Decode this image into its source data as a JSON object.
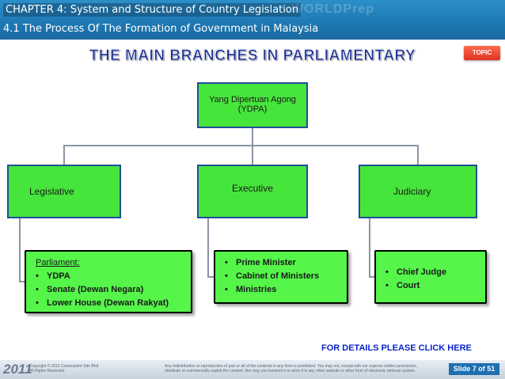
{
  "header": {
    "chapter": "CHAPTER 4: System and Structure of Country Legislation",
    "section": "4.1 The Process Of The Formation of Government in Malaysia",
    "watermark": "WORLDPrep"
  },
  "title": "THE MAIN BRANCHES  IN PARLIAMENTARY",
  "topic_button": "TOPIC",
  "org": {
    "top": {
      "line1": "Yang Dipertuan Agong",
      "line2": "(YDPA)"
    },
    "branches": {
      "legislative": "Legislative",
      "executive": "Executive",
      "judiciary": "Judiciary"
    },
    "details": {
      "legislative": {
        "heading": "Parliament:",
        "items": [
          "YDPA",
          "Senate (Dewan Negara)",
          "Lower House (Dewan Rakyat)"
        ]
      },
      "executive": {
        "items": [
          "Prime Minister",
          "Cabinet of Ministers",
          "Ministries"
        ]
      },
      "judiciary": {
        "items": [
          "Chief  Judge",
          "Court"
        ]
      }
    }
  },
  "details_link": "FOR DETAILS PLEASE CLICK HERE",
  "footer": {
    "year": "2011",
    "copyright_line1": "Copyright © 2011 Cosmopoint Sdn Bhd.",
    "copyright_line2": "All Rights Reserved.",
    "notice_line1": "Any redistribution or reproduction of part or all of the contents in any form is prohibited. You may not, except with our express written permission,",
    "notice_line2": "distribute or commercially exploit the content. Nor may you transmit it or store it in any other website or other form of electronic retrieval system.",
    "slide_number": "Slide 7 of 51"
  },
  "colors": {
    "header_blue": "#1f7ab4",
    "box_green": "#46e53b",
    "title_blue": "#1a2c8f",
    "link_blue": "#0a24c8"
  },
  "icons": {
    "bullet": "bullet-dot"
  }
}
